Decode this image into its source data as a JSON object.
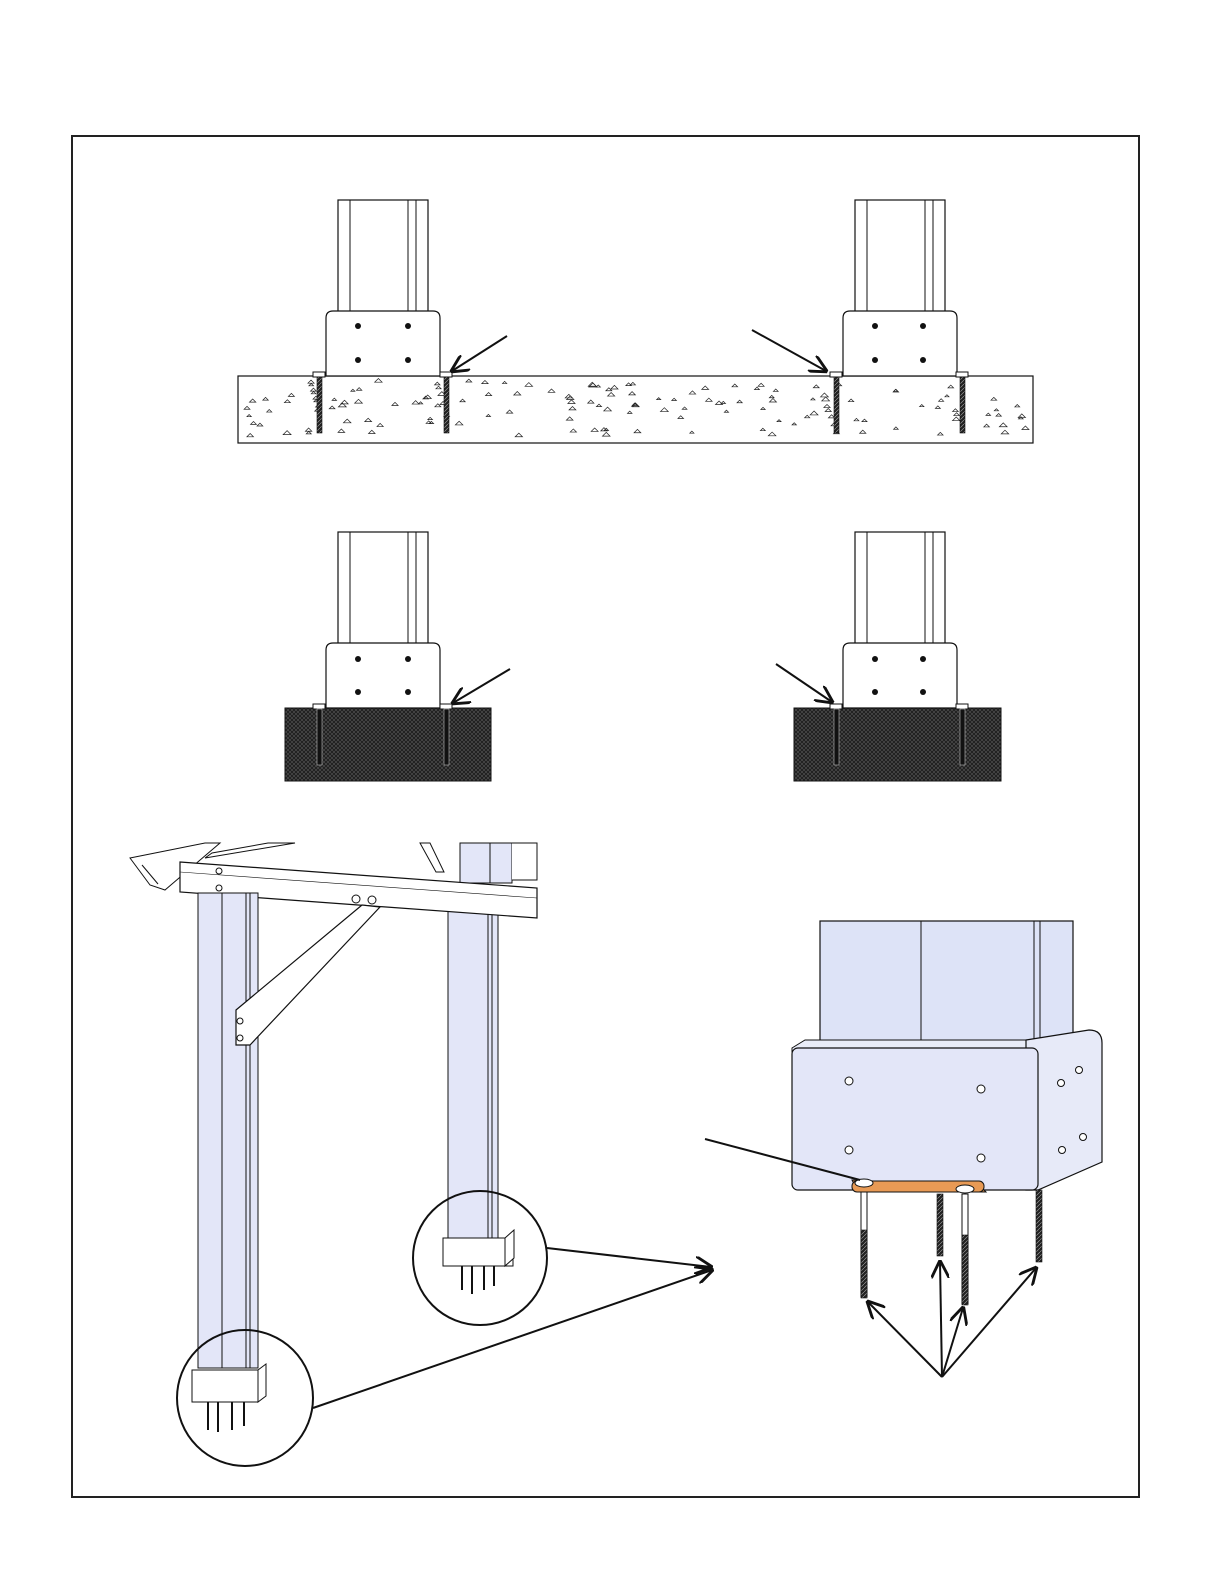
{
  "colors": {
    "line": "#111111",
    "post_fill": "#e3e6f8",
    "bracket_fill": "#ffffff",
    "concrete_fill": "#ffffff",
    "soil_fill": "#3a3a3a",
    "washer_plate": "#e89a55",
    "detail_post_fill": "#dde3f7"
  },
  "panels": {
    "concrete_install": {
      "surface": "concrete",
      "posts": 2,
      "arrows": 2
    },
    "ground_install": {
      "surface": "soil",
      "posts": 2,
      "arrows": 2
    },
    "gazebo_overview": {
      "callout_circles": 2,
      "arrows_to_detail": 2
    },
    "bracket_detail": {
      "lag_screws": 4,
      "arrows_to_screws": 4,
      "plate_arrow": 1
    }
  }
}
